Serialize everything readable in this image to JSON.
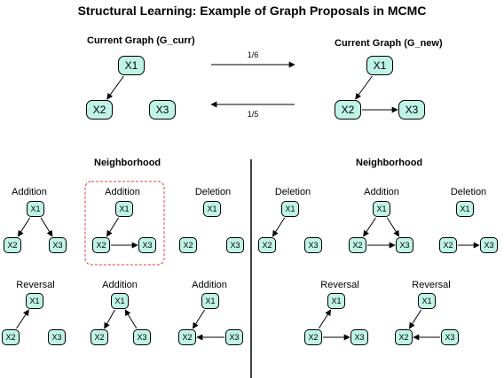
{
  "title": "Structural Learning: Example of Graph Proposals in MCMC",
  "headers": {
    "current": "Current Graph (G_curr)",
    "new": "Current Graph (G_new)",
    "left_neighborhood": "Neighborhood",
    "right_neighborhood": "Neighborhood"
  },
  "transitions": {
    "forward": "1/6",
    "backward": "1/5"
  },
  "node_fill": "#bff3e6",
  "highlight_color": "#e0403f",
  "graphs": [
    {
      "id": "g-curr",
      "label": "",
      "highlighted": false,
      "nodes": [
        {
          "id": "X1",
          "text": "X1"
        },
        {
          "id": "X2",
          "text": "X2"
        },
        {
          "id": "X3",
          "text": "X3"
        }
      ],
      "edges": [
        [
          "X1",
          "X2"
        ]
      ]
    },
    {
      "id": "g-new",
      "label": "",
      "highlighted": false,
      "nodes": [
        {
          "id": "X1",
          "text": "X1"
        },
        {
          "id": "X2",
          "text": "X2"
        },
        {
          "id": "X3",
          "text": "X3"
        }
      ],
      "edges": [
        [
          "X1",
          "X2"
        ],
        [
          "X2",
          "X3"
        ]
      ]
    },
    {
      "id": "left-n1",
      "label": "Addition",
      "highlighted": false,
      "nodes": [
        {
          "id": "X1",
          "text": "X1"
        },
        {
          "id": "X2",
          "text": "X2"
        },
        {
          "id": "X3",
          "text": "X3"
        }
      ],
      "edges": [
        [
          "X1",
          "X2"
        ],
        [
          "X1",
          "X3"
        ]
      ]
    },
    {
      "id": "left-n2",
      "label": "Addition",
      "highlighted": true,
      "nodes": [
        {
          "id": "X1",
          "text": "X1"
        },
        {
          "id": "X2",
          "text": "X2"
        },
        {
          "id": "X3",
          "text": "X3"
        }
      ],
      "edges": [
        [
          "X1",
          "X2"
        ],
        [
          "X2",
          "X3"
        ]
      ]
    },
    {
      "id": "left-n3",
      "label": "Deletion",
      "highlighted": false,
      "nodes": [
        {
          "id": "X1",
          "text": "X1"
        },
        {
          "id": "X2",
          "text": "X2"
        },
        {
          "id": "X3",
          "text": "X3"
        }
      ],
      "edges": []
    },
    {
      "id": "left-n4",
      "label": "Reversal",
      "highlighted": false,
      "nodes": [
        {
          "id": "X1",
          "text": "X1"
        },
        {
          "id": "X2",
          "text": "X2"
        },
        {
          "id": "X3",
          "text": "X3"
        }
      ],
      "edges": [
        [
          "X2",
          "X1"
        ]
      ]
    },
    {
      "id": "left-n5",
      "label": "Addition",
      "highlighted": false,
      "nodes": [
        {
          "id": "X1",
          "text": "X1"
        },
        {
          "id": "X2",
          "text": "X2"
        },
        {
          "id": "X3",
          "text": "X3"
        }
      ],
      "edges": [
        [
          "X1",
          "X2"
        ],
        [
          "X3",
          "X1"
        ]
      ]
    },
    {
      "id": "left-n6",
      "label": "Addition",
      "highlighted": false,
      "nodes": [
        {
          "id": "X1",
          "text": "X1"
        },
        {
          "id": "X2",
          "text": "X2"
        },
        {
          "id": "X3",
          "text": "X3"
        }
      ],
      "edges": [
        [
          "X1",
          "X2"
        ],
        [
          "X3",
          "X2"
        ]
      ]
    },
    {
      "id": "right-n1",
      "label": "Deletion",
      "highlighted": false,
      "nodes": [
        {
          "id": "X1",
          "text": "X1"
        },
        {
          "id": "X2",
          "text": "X2"
        },
        {
          "id": "X3",
          "text": "X3"
        }
      ],
      "edges": [
        [
          "X1",
          "X2"
        ]
      ]
    },
    {
      "id": "right-n2",
      "label": "Addition",
      "highlighted": false,
      "nodes": [
        {
          "id": "X1",
          "text": "X1"
        },
        {
          "id": "X2",
          "text": "X2"
        },
        {
          "id": "X3",
          "text": "X3"
        }
      ],
      "edges": [
        [
          "X1",
          "X2"
        ],
        [
          "X2",
          "X3"
        ],
        [
          "X1",
          "X3"
        ]
      ]
    },
    {
      "id": "right-n3",
      "label": "Deletion",
      "highlighted": false,
      "nodes": [
        {
          "id": "X1",
          "text": "X1"
        },
        {
          "id": "X2",
          "text": "X2"
        },
        {
          "id": "X3",
          "text": "X3"
        }
      ],
      "edges": [
        [
          "X2",
          "X3"
        ]
      ]
    },
    {
      "id": "right-n4",
      "label": "Reversal",
      "highlighted": false,
      "nodes": [
        {
          "id": "X1",
          "text": "X1"
        },
        {
          "id": "X2",
          "text": "X2"
        },
        {
          "id": "X3",
          "text": "X3"
        }
      ],
      "edges": [
        [
          "X2",
          "X1"
        ],
        [
          "X2",
          "X3"
        ]
      ]
    },
    {
      "id": "right-n5",
      "label": "Reversal",
      "highlighted": false,
      "nodes": [
        {
          "id": "X1",
          "text": "X1"
        },
        {
          "id": "X2",
          "text": "X2"
        },
        {
          "id": "X3",
          "text": "X3"
        }
      ],
      "edges": [
        [
          "X1",
          "X2"
        ],
        [
          "X3",
          "X2"
        ]
      ]
    }
  ]
}
